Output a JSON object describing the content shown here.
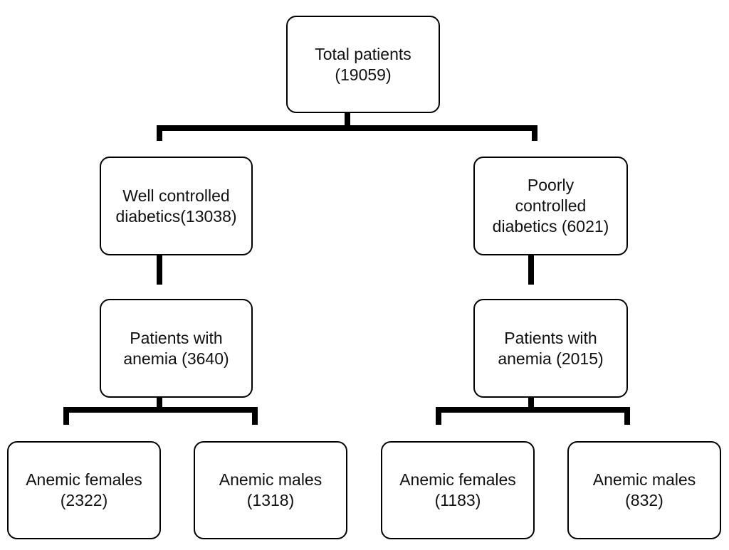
{
  "diagram": {
    "nodes": {
      "root": {
        "lines": [
          "Total patients",
          "(19059)"
        ]
      },
      "well_controlled": {
        "lines": [
          "Well controlled",
          "diabetics(13038)"
        ]
      },
      "poorly_controlled": {
        "lines": [
          "Poorly",
          "controlled",
          "diabetics (6021)"
        ]
      },
      "well_anemia": {
        "lines": [
          "Patients with",
          "anemia (3640)"
        ]
      },
      "poor_anemia": {
        "lines": [
          "Patients with",
          "anemia (2015)"
        ]
      },
      "well_anemic_females": {
        "lines": [
          "Anemic females",
          "(2322)"
        ]
      },
      "well_anemic_males": {
        "lines": [
          "Anemic males",
          "(1318)"
        ]
      },
      "poor_anemic_females": {
        "lines": [
          "Anemic females",
          "(1183)"
        ]
      },
      "poor_anemic_males": {
        "lines": [
          "Anemic males",
          "(832)"
        ]
      }
    },
    "edges": [
      [
        "root",
        "well_controlled"
      ],
      [
        "root",
        "poorly_controlled"
      ],
      [
        "well_controlled",
        "well_anemia"
      ],
      [
        "poorly_controlled",
        "poor_anemia"
      ],
      [
        "well_anemia",
        "well_anemic_females"
      ],
      [
        "well_anemia",
        "well_anemic_males"
      ],
      [
        "poor_anemia",
        "poor_anemic_females"
      ],
      [
        "poor_anemia",
        "poor_anemic_males"
      ]
    ]
  }
}
